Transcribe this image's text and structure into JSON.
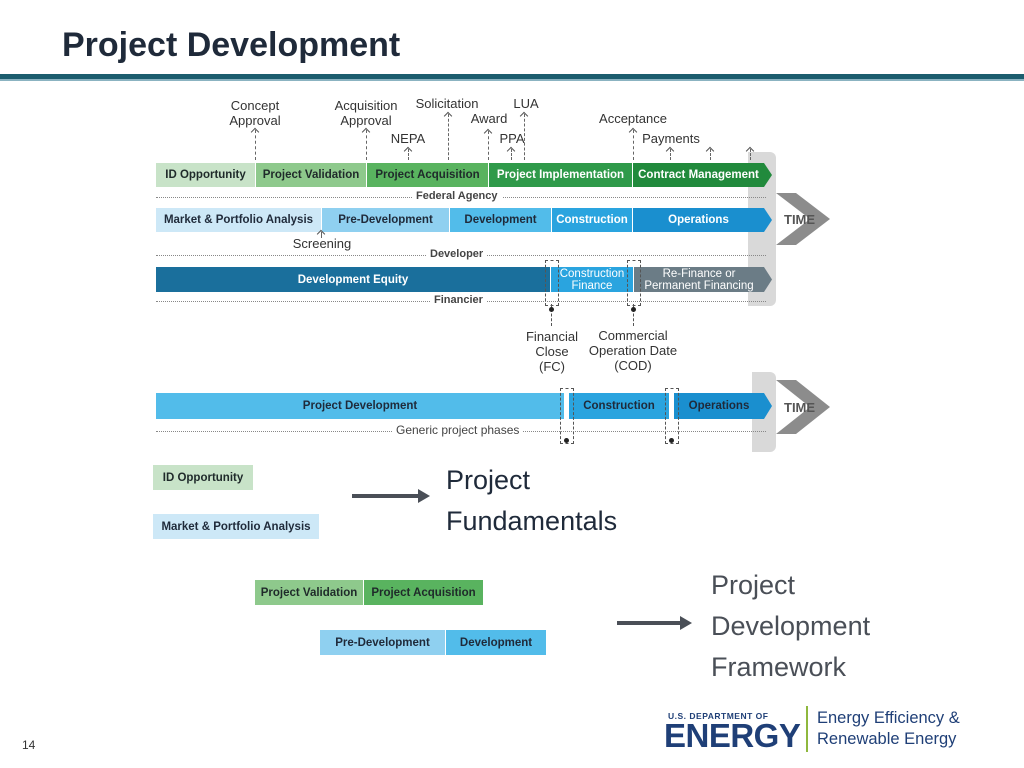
{
  "slide": {
    "title": "Project Development",
    "page_number": "14"
  },
  "milestones_top": {
    "concept_approval": "Concept\nApproval",
    "acquisition_approval": "Acquisition\nApproval",
    "solicitation": "Solicitation",
    "lua": "LUA",
    "award": "Award",
    "acceptance": "Acceptance",
    "nepa": "NEPA",
    "ppa": "PPA",
    "payments": "Payments"
  },
  "federal_agency_row": {
    "phases": [
      "ID Opportunity",
      "Project Validation",
      "Project Acquisition",
      "Project Implementation",
      "Contract Management"
    ],
    "label": "Federal Agency"
  },
  "developer_row": {
    "phases": [
      "Market & Portfolio Analysis",
      "Pre-Development",
      "Development",
      "Construction",
      "Operations"
    ],
    "screening": "Screening",
    "label": "Developer"
  },
  "financier_row": {
    "phases": [
      "Development Equity",
      "Construction\nFinance",
      "Re-Finance or\nPermanent Financing"
    ],
    "label": "Financier"
  },
  "milestones_bottom": {
    "financial_close": "Financial\nClose\n(FC)",
    "cod": "Commercial\nOperation Date\n(COD)"
  },
  "generic_row": {
    "phases": [
      "Project Development",
      "Construction",
      "Operations"
    ],
    "label": "Generic project phases"
  },
  "time_label": "TIME",
  "legend": {
    "fundamentals_items": [
      "ID Opportunity",
      "Market & Portfolio Analysis"
    ],
    "fundamentals_text": "Project\nFundamentals",
    "framework_items_1": [
      "Project Validation",
      "Project Acquisition"
    ],
    "framework_items_2": [
      "Pre-Development",
      "Development"
    ],
    "framework_text": "Project\nDevelopment\nFramework"
  },
  "logo": {
    "dept": "U.S. DEPARTMENT OF",
    "energy": "ENERGY",
    "eere": "Energy Efficiency &\nRenewable Energy"
  },
  "colors": {
    "title": "#1f2a3a",
    "accent_teal": "#1c5d6e",
    "green_light": "#c8e3c8",
    "green_mid": "#6fb56e",
    "green_dark": "#2f9a4a",
    "blue_light": "#bfe0f4",
    "blue_mid": "#36aee3",
    "blue_dark": "#1a6f9c",
    "framework_text": "#4a4f57"
  }
}
